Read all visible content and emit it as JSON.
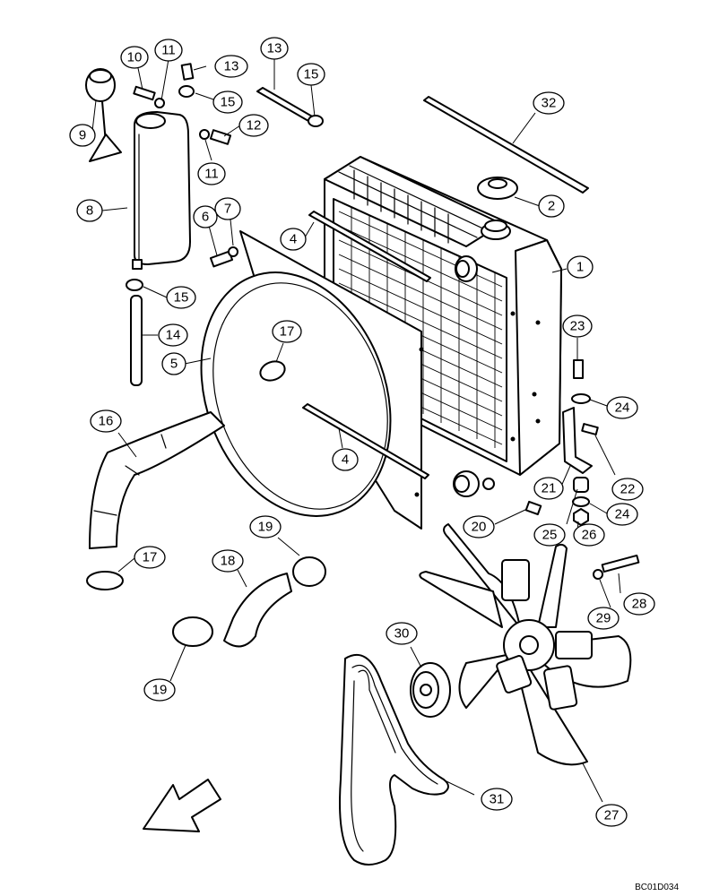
{
  "diagram": {
    "drawing_code": "BC01D034",
    "callouts": [
      {
        "id": "c10",
        "label": "10"
      },
      {
        "id": "c11a",
        "label": "11"
      },
      {
        "id": "c13a",
        "label": "13"
      },
      {
        "id": "c13b",
        "label": "13"
      },
      {
        "id": "c15a",
        "label": "15"
      },
      {
        "id": "c15b",
        "label": "15"
      },
      {
        "id": "c32",
        "label": "32"
      },
      {
        "id": "c9",
        "label": "9"
      },
      {
        "id": "c12",
        "label": "12"
      },
      {
        "id": "c11b",
        "label": "11"
      },
      {
        "id": "c2",
        "label": "2"
      },
      {
        "id": "c8",
        "label": "8"
      },
      {
        "id": "c7",
        "label": "7"
      },
      {
        "id": "c6",
        "label": "6"
      },
      {
        "id": "c4a",
        "label": "4"
      },
      {
        "id": "c1",
        "label": "1"
      },
      {
        "id": "c15c",
        "label": "15"
      },
      {
        "id": "c23",
        "label": "23"
      },
      {
        "id": "c17a",
        "label": "17"
      },
      {
        "id": "c14",
        "label": "14"
      },
      {
        "id": "c5",
        "label": "5"
      },
      {
        "id": "c24a",
        "label": "24"
      },
      {
        "id": "c16",
        "label": "16"
      },
      {
        "id": "c4b",
        "label": "4"
      },
      {
        "id": "c22",
        "label": "22"
      },
      {
        "id": "c21",
        "label": "21"
      },
      {
        "id": "c24b",
        "label": "24"
      },
      {
        "id": "c20",
        "label": "20"
      },
      {
        "id": "c25",
        "label": "25"
      },
      {
        "id": "c26",
        "label": "26"
      },
      {
        "id": "c19a",
        "label": "19"
      },
      {
        "id": "c17b",
        "label": "17"
      },
      {
        "id": "c18",
        "label": "18"
      },
      {
        "id": "c28",
        "label": "28"
      },
      {
        "id": "c29",
        "label": "29"
      },
      {
        "id": "c30",
        "label": "30"
      },
      {
        "id": "c19b",
        "label": "19"
      },
      {
        "id": "c31",
        "label": "31"
      },
      {
        "id": "c27",
        "label": "27"
      }
    ]
  }
}
